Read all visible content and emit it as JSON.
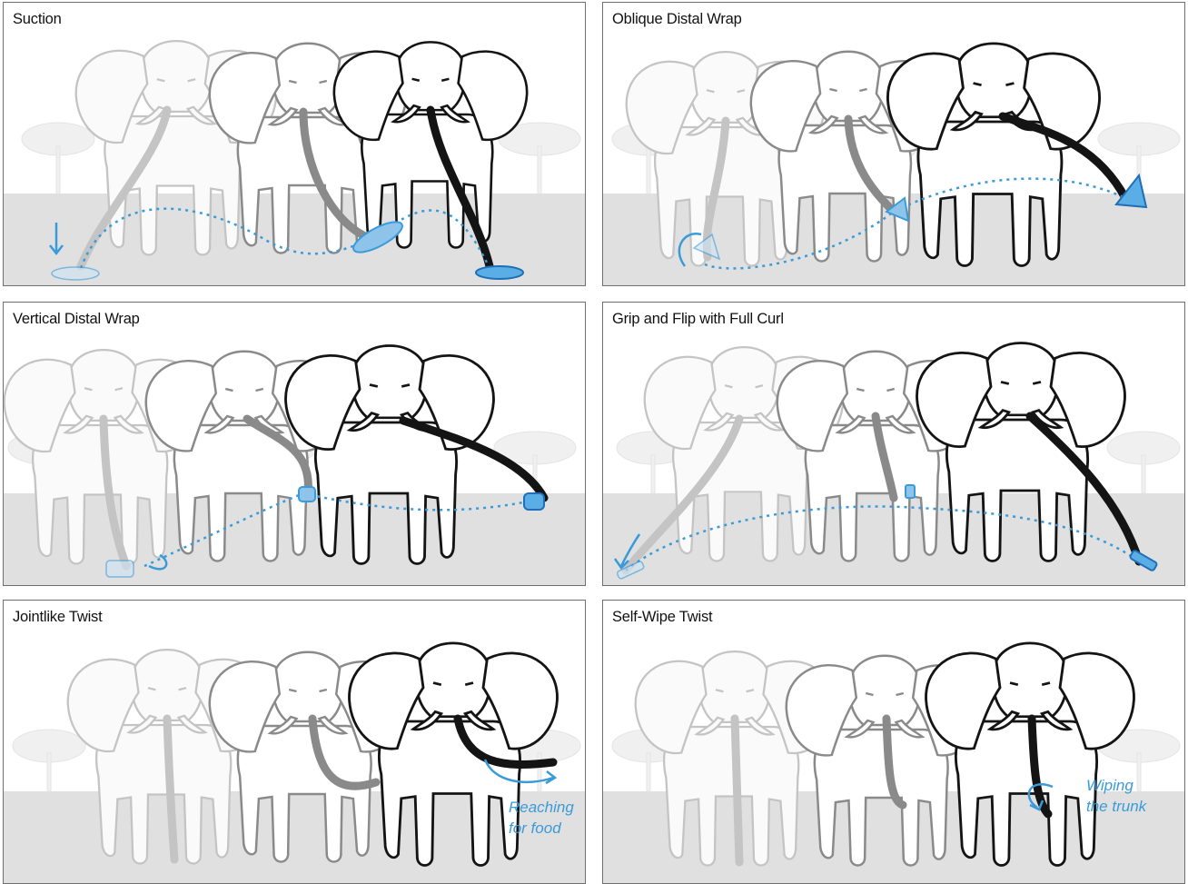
{
  "colors": {
    "accent": "#3a9bd9",
    "accent_dark": "#1f6fb8",
    "ground": "#e0e0e0",
    "tree": "#f0f0f0",
    "ghost_stroke": "#c4c4c4",
    "mid_stroke": "#8a8a8a",
    "main_stroke": "#141414",
    "panel_border": "#6f6f6f"
  },
  "panels": [
    {
      "id": "suction",
      "title": "Suction",
      "annotation": null
    },
    {
      "id": "oblique-distal-wrap",
      "title": "Oblique Distal Wrap",
      "annotation": null
    },
    {
      "id": "vertical-distal-wrap",
      "title": "Vertical Distal Wrap",
      "annotation": null
    },
    {
      "id": "grip-and-flip",
      "title": "Grip and Flip with Full Curl",
      "annotation": null
    },
    {
      "id": "jointlike-twist",
      "title": "Jointlike Twist",
      "annotation": {
        "line1": "Reaching",
        "line2": "for food"
      }
    },
    {
      "id": "self-wipe-twist",
      "title": "Self-Wipe Twist",
      "annotation": {
        "line1": "Wiping",
        "line2": "the trunk"
      }
    }
  ]
}
